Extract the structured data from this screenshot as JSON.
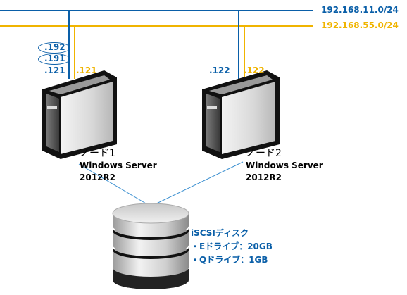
{
  "networks": [
    {
      "label": "192.168.11.0/24",
      "color": "#0a5fa8"
    },
    {
      "label": "192.168.55.0/24",
      "color": "#f0b400"
    }
  ],
  "node1": {
    "name": "ノード1",
    "os": "Windows Server",
    "version": "2012R2",
    "ips_blue": [
      ".192",
      ".191",
      ".121"
    ],
    "ip_orange": ".121"
  },
  "node2": {
    "name": "ノード2",
    "os": "Windows Server",
    "version": "2012R2",
    "ip_blue": ".122",
    "ip_orange": ".122"
  },
  "storage": {
    "title": "iSCSIディスク",
    "lines": [
      "・Eドライブ：20GB",
      "・Qドライブ：1GB"
    ]
  },
  "icons": [
    "server-icon",
    "server-icon",
    "database-icon"
  ]
}
